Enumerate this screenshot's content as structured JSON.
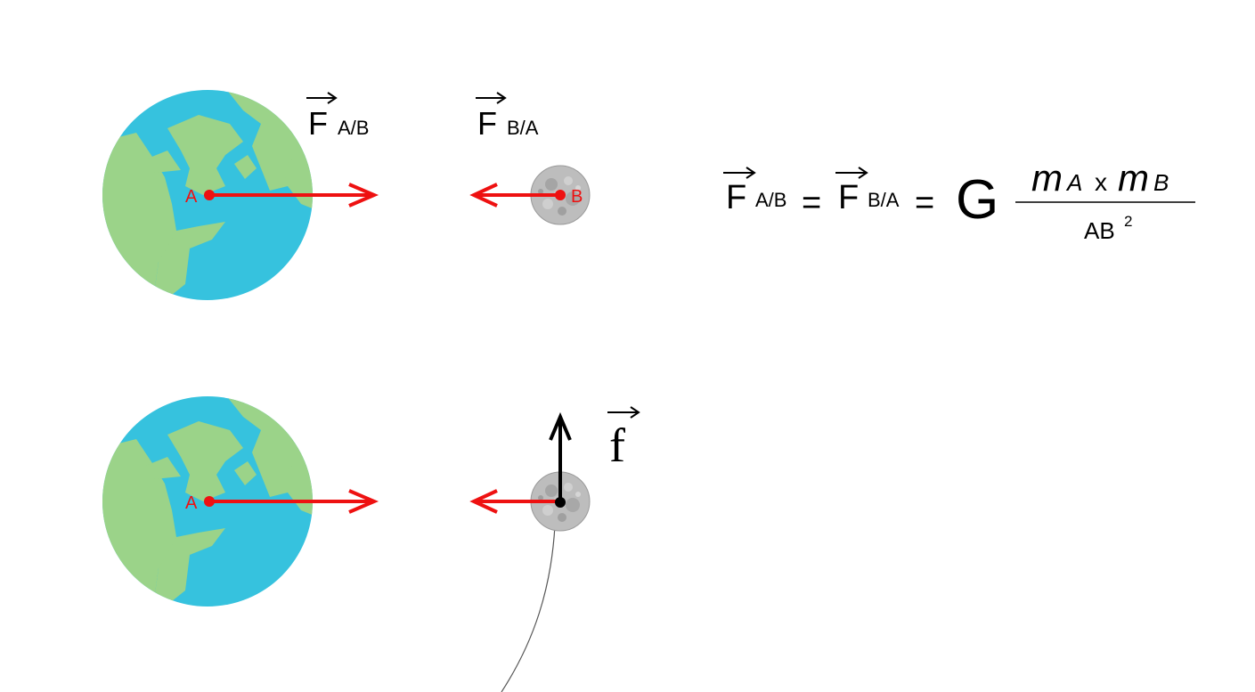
{
  "colors": {
    "background": "#ffffff",
    "ocean": "#36c2de",
    "land": "#9bd389",
    "force_arrow": "#ee1111",
    "point": "#ee1111",
    "moon": "#b9b9b9",
    "velocity_arrow": "#000000",
    "trajectory": "#555555"
  },
  "top_scene": {
    "earth_point_label": "A",
    "moon_point_label": "B",
    "force_a_on_b": {
      "letter": "F",
      "subscript": "A/B"
    },
    "force_b_on_a": {
      "letter": "F",
      "subscript": "B/A"
    }
  },
  "formula": {
    "f1_letter": "F",
    "f1_sub": "A/B",
    "eq1": "=",
    "f2_letter": "F",
    "f2_sub": "B/A",
    "eq2": "=",
    "constant": "G",
    "numerator_m1": "m",
    "numerator_sub1": "A",
    "times": "x",
    "numerator_m2": "m",
    "numerator_sub2": "B",
    "denominator": "AB",
    "denominator_exp": "2"
  },
  "bottom_scene": {
    "earth_point_label": "A",
    "velocity_label": "f"
  },
  "icons": [
    "earth-icon",
    "moon-icon",
    "arrow-right-icon",
    "arrow-left-icon",
    "arrow-up-icon"
  ]
}
